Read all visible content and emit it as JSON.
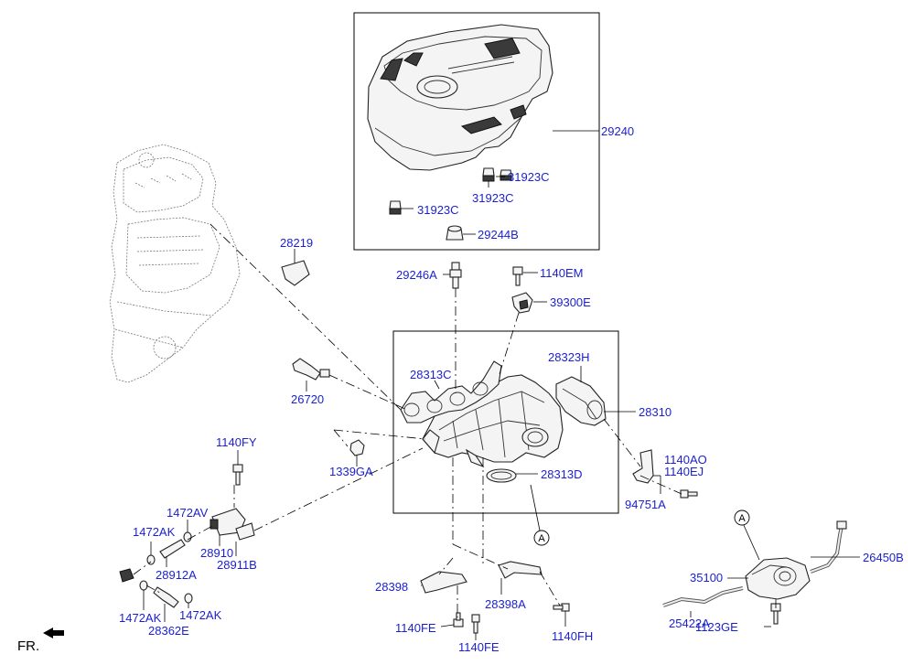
{
  "labels": {
    "p29240": "29240",
    "p31923c_a": "31923C",
    "p31923c_b": "31923C",
    "p31923c_c": "31923C",
    "p29244b": "29244B",
    "p29246a": "29246A",
    "p1140em": "1140EM",
    "p39300e": "39300E",
    "p28219": "28219",
    "p28323h": "28323H",
    "p28313c": "28313C",
    "p26720": "26720",
    "p28310": "28310",
    "p1339ga": "1339GA",
    "p28313d": "28313D",
    "p1140ao": "1140AO",
    "p1140ej": "1140EJ",
    "p94751a": "94751A",
    "p1140fy": "1140FY",
    "p1472av": "1472AV",
    "p1472ak_a": "1472AK",
    "p28910": "28910",
    "p28912a": "28912A",
    "p28911b": "28911B",
    "p1472ak_b": "1472AK",
    "p1472ak_c": "1472AK",
    "p28362e": "28362E",
    "p28398": "28398",
    "p28398a": "28398A",
    "p1140fe_a": "1140FE",
    "p1140fe_b": "1140FE",
    "p1140fh": "1140FH",
    "p35100": "35100",
    "p26450b": "26450B",
    "p25422a": "25422A",
    "p1123ge": "1123GE",
    "ref_a1": "A",
    "ref_a2": "A",
    "fr": "FR."
  },
  "colors": {
    "label": "#1a1fd0",
    "line": "#000000",
    "background": "#ffffff"
  },
  "icons": {
    "front_arrow": "arrow-left-icon"
  }
}
